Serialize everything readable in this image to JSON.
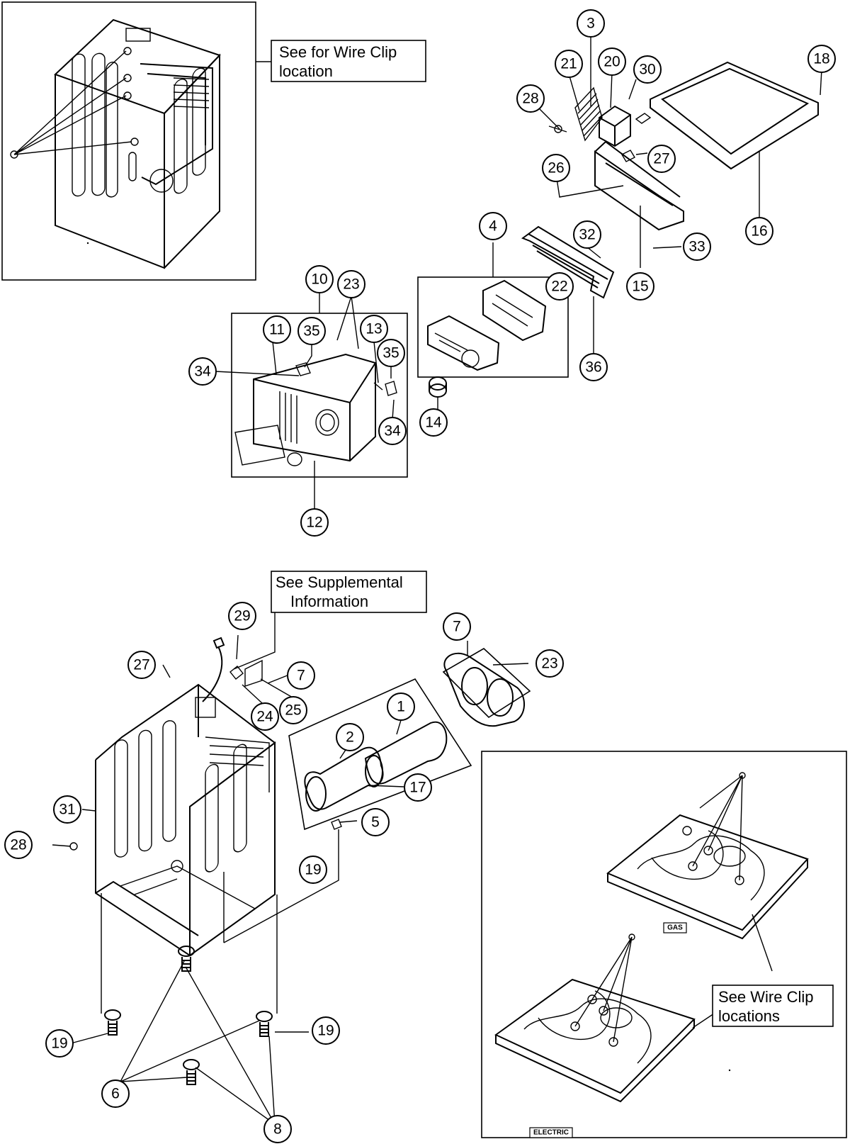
{
  "notes": {
    "wire_clip_location": [
      "See for Wire Clip",
      "location"
    ],
    "supplemental": [
      "See Supplemental",
      "Information"
    ],
    "wire_clip_locations": [
      "See Wire Clip",
      "locations"
    ]
  },
  "tags": {
    "gas": "GAS",
    "electric": "ELECTRIC"
  },
  "callouts": {
    "c3": "3",
    "c21": "21",
    "c20": "20",
    "c30": "30",
    "c18": "18",
    "c28_top": "28",
    "c27_top": "27",
    "c26": "26",
    "c16": "16",
    "c4": "4",
    "c32": "32",
    "c33": "33",
    "c22": "22",
    "c15": "15",
    "c36": "36",
    "c10": "10",
    "c23_top": "23",
    "c11": "11",
    "c35_left": "35",
    "c13": "13",
    "c35_right": "35",
    "c34_left": "34",
    "c34_right": "34",
    "c14": "14",
    "c12": "12",
    "c29": "29",
    "c7_supp": "7",
    "c27_cab": "27",
    "c24": "24",
    "c25": "25",
    "c7_bulk": "7",
    "c23_bulk": "23",
    "c1": "1",
    "c2": "2",
    "c17": "17",
    "c5": "5",
    "c31": "31",
    "c28_cab": "28",
    "c19_mid": "19",
    "c19_left": "19",
    "c19_right": "19",
    "c6": "6",
    "c8": "8"
  }
}
